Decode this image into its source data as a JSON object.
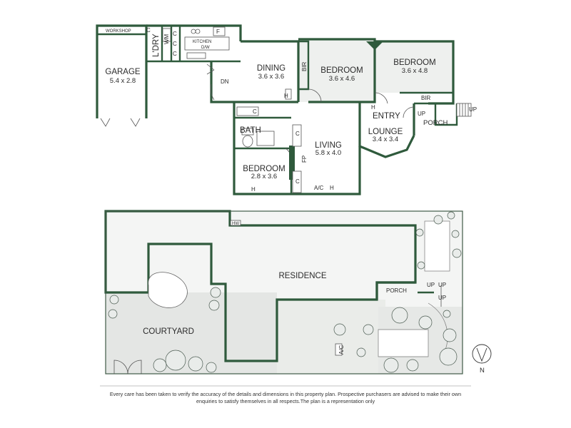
{
  "ground_floor": {
    "workshop": "WORKSHOP",
    "laundry": "L'DRY",
    "wm": "WM",
    "c": "C",
    "f": "F",
    "kitchen": "KITCHEN",
    "dw": "D/W",
    "garage": {
      "name": "GARAGE",
      "dims": "5.4 x 2.8"
    },
    "dining": {
      "name": "DINING",
      "dims": "3.6 x 3.6"
    },
    "bir": "BIR",
    "bedroom1": {
      "name": "BEDROOM",
      "dims": "3.6 x 4.6"
    },
    "bedroom2": {
      "name": "BEDROOM",
      "dims": "3.6 x 4.8"
    },
    "bedroom3": {
      "name": "BEDROOM",
      "dims": "2.8 x 3.6"
    },
    "h": "H",
    "dn": "DN",
    "entry": "ENTRY",
    "up": "UP",
    "porch": "PORCH",
    "lounge": {
      "name": "LOUNGE",
      "dims": "3.4 x 3.4"
    },
    "bath": "BATH",
    "living": {
      "name": "LIVING",
      "dims": "5.8 x 4.0"
    },
    "fp": "FP",
    "ac": "A/C"
  },
  "site_plan": {
    "hw": "HW",
    "residence": "RESIDENCE",
    "courtyard": "COURTYARD",
    "porch": "PORCH",
    "up": "UP",
    "ac": "A/C",
    "north": "N"
  },
  "disclaimer": {
    "line1": "Every care has been taken to verify the accuracy of the details and dimensions in this property plan. Prospective purchasers are advised to make their own",
    "line2": "enquiries to satisfy themselves in all respects.The plan is a representation only"
  }
}
